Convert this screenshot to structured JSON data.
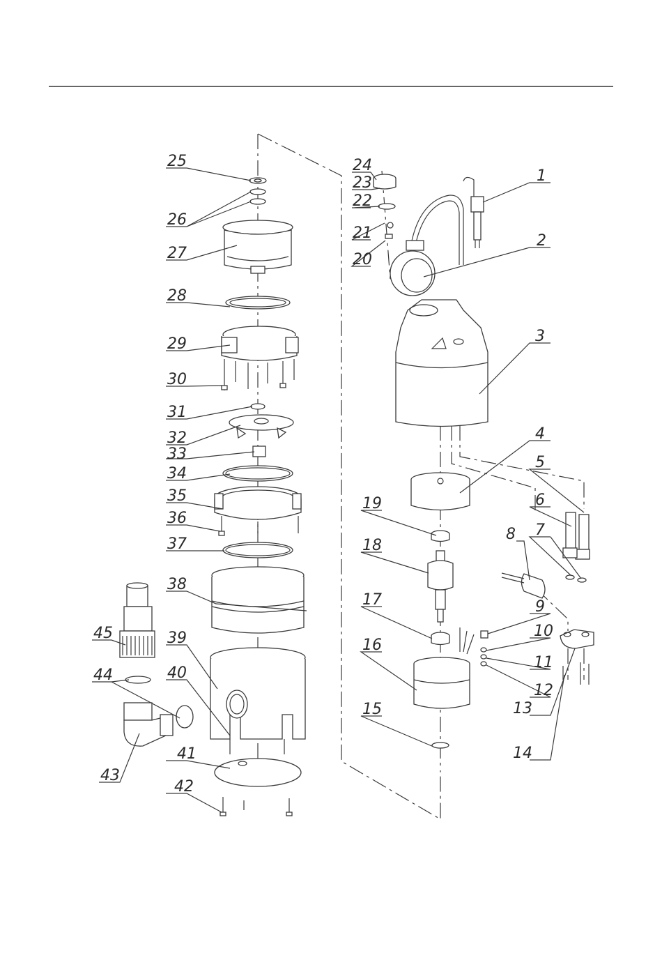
{
  "diagram": {
    "type": "exploded-view",
    "callouts": [
      "1",
      "2",
      "3",
      "4",
      "5",
      "6",
      "7",
      "8",
      "9",
      "10",
      "11",
      "12",
      "13",
      "14",
      "15",
      "16",
      "17",
      "18",
      "19",
      "20",
      "21",
      "22",
      "23",
      "24",
      "25",
      "26",
      "27",
      "28",
      "29",
      "30",
      "31",
      "32",
      "33",
      "34",
      "35",
      "36",
      "37",
      "38",
      "39",
      "40",
      "41",
      "42",
      "43",
      "44",
      "45"
    ]
  }
}
